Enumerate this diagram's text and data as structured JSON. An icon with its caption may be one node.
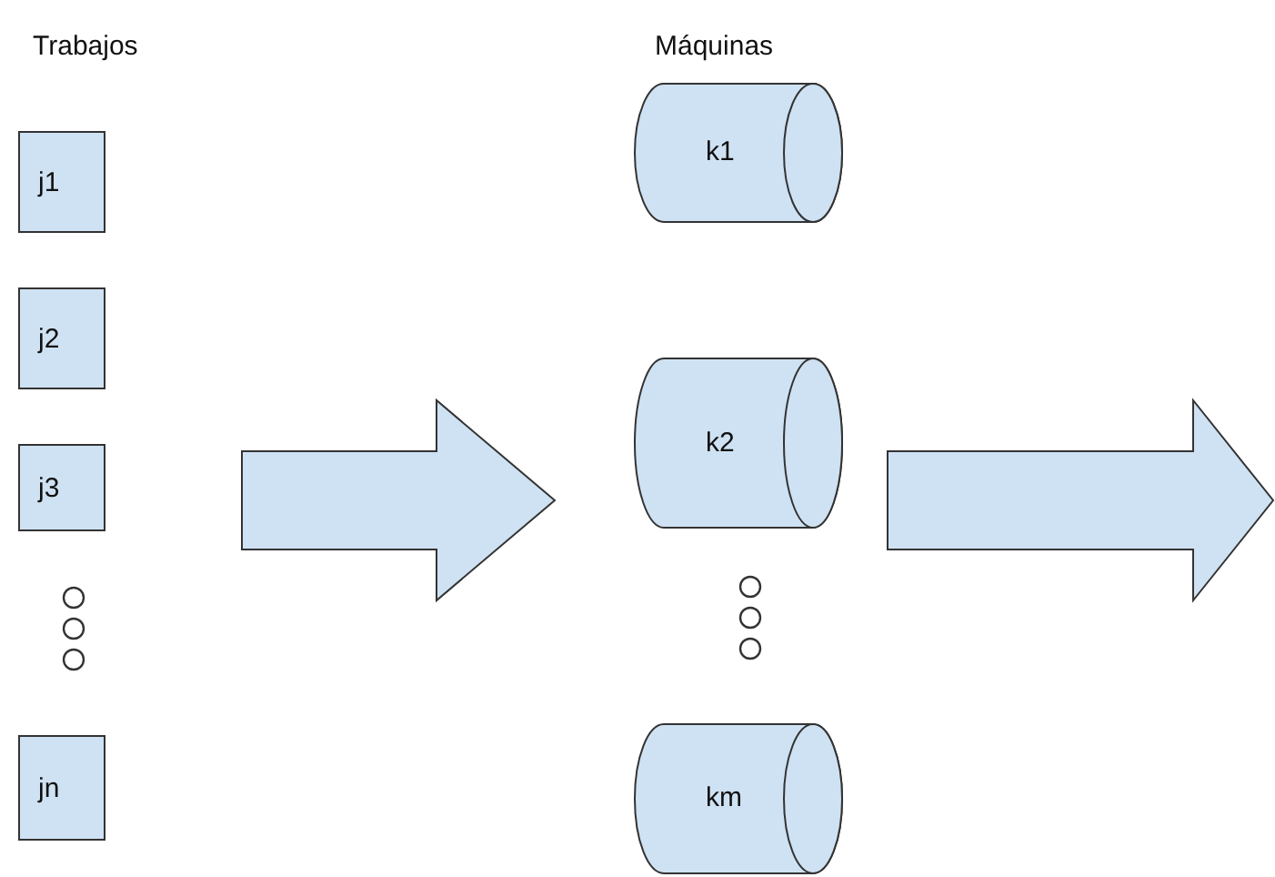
{
  "diagram": {
    "nodes": [
      {
        "text": [
          "j1"
        ]
      },
      {
        "text": [
          "j2"
        ]
      },
      {
        "text": [
          "j3"
        ]
      },
      {
        "text": [],
        "shape": "circle"
      },
      {
        "text": [],
        "shape": "circle"
      },
      {
        "text": [],
        "shape": "circle"
      },
      {
        "text": [
          "jn"
        ]
      },
      {
        "text": [
          "k1"
        ]
      },
      {
        "text": [
          "k2"
        ]
      },
      {
        "text": [],
        "shape": "circle"
      },
      {
        "text": [],
        "shape": "circle"
      },
      {
        "text": [],
        "shape": "circle"
      },
      {
        "text": [
          "km"
        ]
      }
    ],
    "edges": [
      {
        "from": 2,
        "to": 8,
        "arrow": "to"
      },
      {
        "from": 8,
        "to": null,
        "arrow": "to"
      }
    ],
    "labels": [
      "Trabajos",
      "Máquinas"
    ]
  }
}
